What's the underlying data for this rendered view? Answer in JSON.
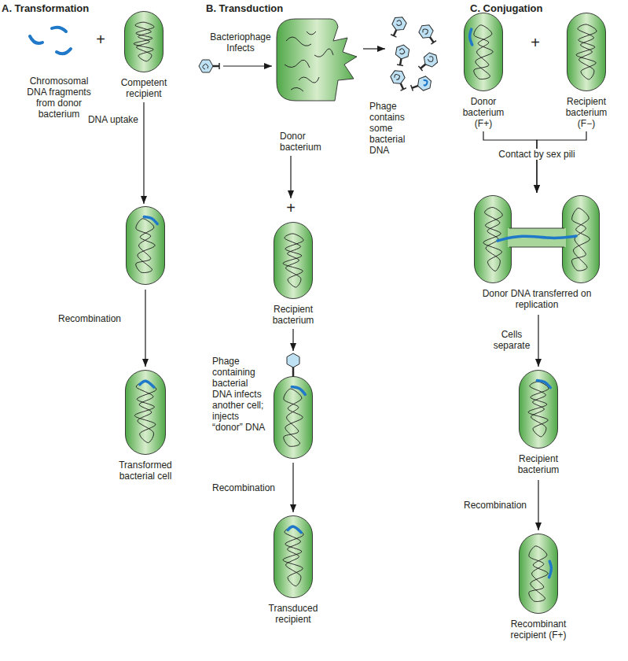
{
  "diagram": {
    "nodes": [
      {
        "text": [
          "Competent recipient"
        ]
      },
      {
        "text": []
      },
      {
        "text": [
          "Transformed bacterial cell"
        ]
      },
      {
        "text": [
          "Donor bacterium"
        ]
      },
      {
        "text": [
          "Recipient bacterium"
        ]
      },
      {
        "text": []
      },
      {
        "text": [
          "Transduced recipient"
        ]
      },
      {
        "text": [
          "Donor bacterium (F+)"
        ]
      },
      {
        "text": [
          "Recipient bacterium (F−)"
        ]
      },
      {
        "text": [
          "Donor DNA transferred on replication"
        ]
      },
      {
        "text": [
          "Recipient bacterium"
        ]
      },
      {
        "text": [
          "Recombinant recipient (F+)"
        ]
      }
    ],
    "edges": [
      {
        "from": 0,
        "to": 1,
        "arrow": "to",
        "label": "DNA uptake"
      },
      {
        "from": 1,
        "to": 2,
        "arrow": "to",
        "label": "Recombination"
      },
      {
        "from": 3,
        "to": 4,
        "arrow": "to"
      },
      {
        "from": 4,
        "to": 5,
        "arrow": "to",
        "label": "Phage containing bacterial DNA infects another cell; injects “donor” DNA"
      },
      {
        "from": 5,
        "to": 6,
        "arrow": "to",
        "label": "Recombination"
      },
      {
        "from": 7,
        "to": 9,
        "arrow": "to",
        "label": "Contact by sex pili"
      },
      {
        "from": 8,
        "to": 9,
        "arrow": "to"
      },
      {
        "from": 9,
        "to": 10,
        "arrow": "to",
        "label": "Cells separate"
      },
      {
        "from": 10,
        "to": 11,
        "arrow": "to",
        "label": "Recombination"
      }
    ],
    "labels": [
      "A. Transformation",
      "Chromosomal DNA fragments from donor bacterium",
      "+",
      "B. Transduction",
      "Bacteriophage Infects",
      "Phage contains some bacterial DNA",
      "+",
      "C. Conjugation",
      "+"
    ]
  }
}
